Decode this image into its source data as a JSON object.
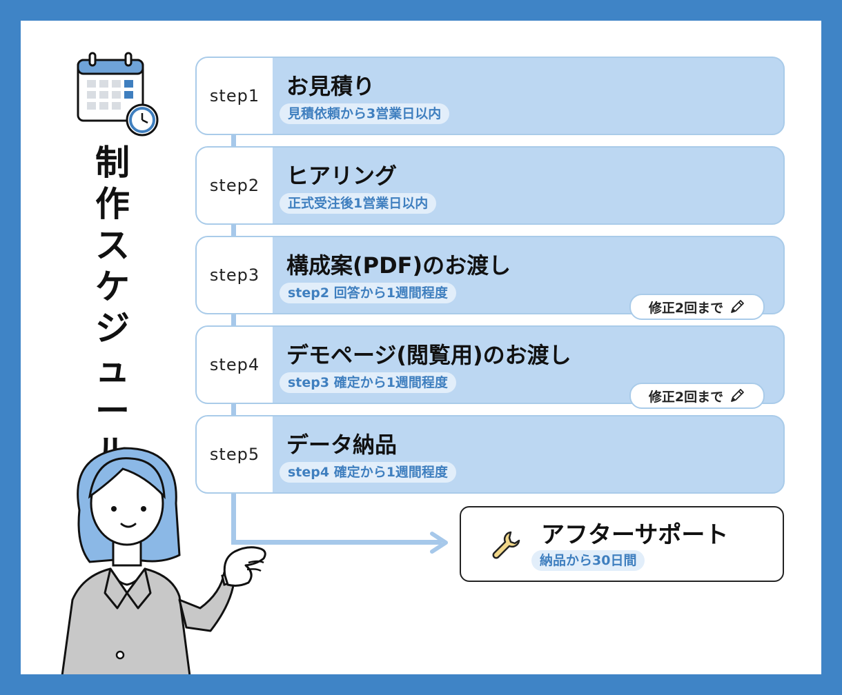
{
  "title": "制作スケジュール",
  "steps": [
    {
      "label": "step1",
      "title": "お見積り",
      "sub": "見積依頼から3営業日以内"
    },
    {
      "label": "step2",
      "title": "ヒアリング",
      "sub": "正式受注後1営業日以内"
    },
    {
      "label": "step3",
      "title": "構成案(PDF)のお渡し",
      "sub": "step2 回答から1週間程度",
      "badge": "修正2回まで"
    },
    {
      "label": "step4",
      "title": "デモページ(閲覧用)のお渡し",
      "sub": "step3 確定から1週間程度",
      "badge": "修正2回まで"
    },
    {
      "label": "step5",
      "title": "データ納品",
      "sub": "step4 確定から1週間程度"
    }
  ],
  "after_support": {
    "title": "アフターサポート",
    "sub": "納品から30日間"
  },
  "colors": {
    "frame": "#3f84c6",
    "box": "#bcd7f2",
    "accent_text": "#3f7fbf"
  },
  "icons": [
    "calendar-clock-icon",
    "pencil-icon",
    "wrench-icon"
  ]
}
